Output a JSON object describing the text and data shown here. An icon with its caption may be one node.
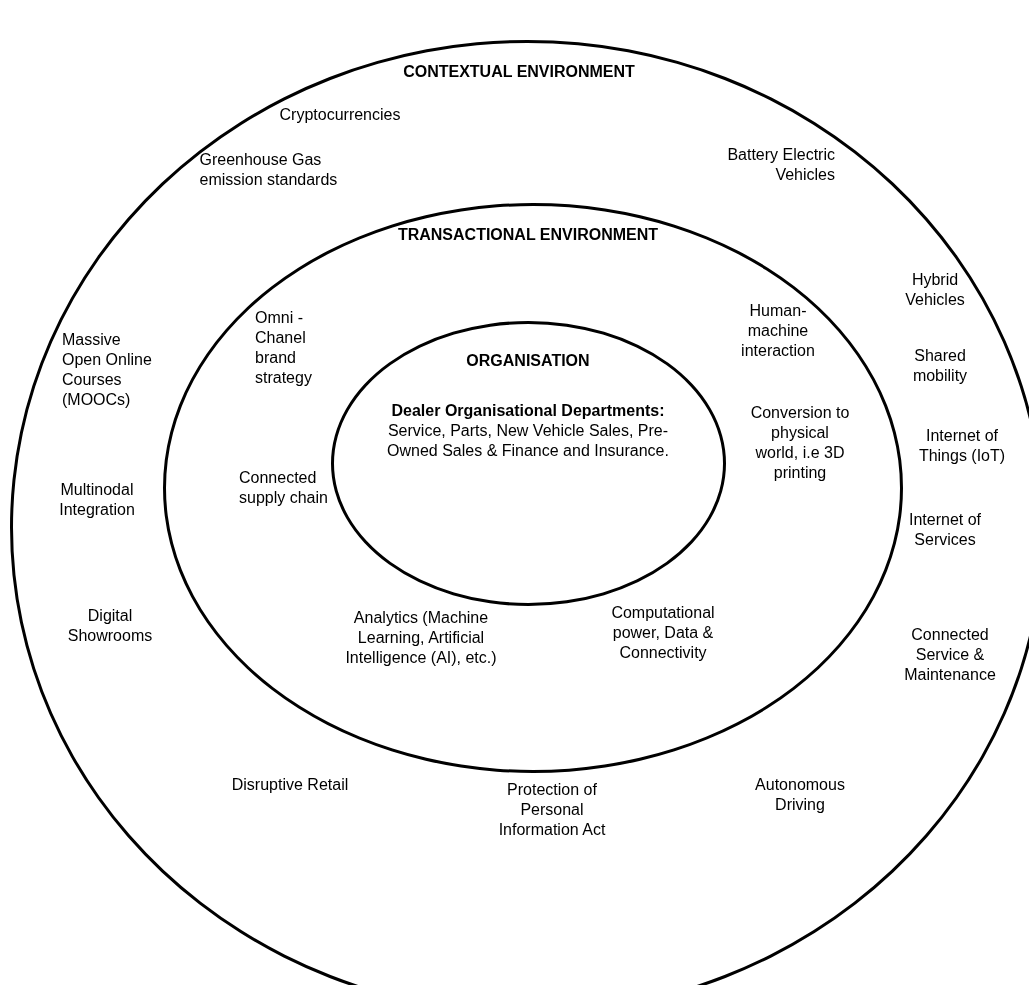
{
  "diagram": {
    "nodes": [
      {
        "text": [
          "CONTEXTUAL ENVIRONMENT",
          "Cryptocurrencies",
          "Battery Electric Vehicles",
          "Greenhouse Gas emission standards",
          "Hybrid Vehicles",
          "Massive Open Online Courses (MOOCs)",
          "Shared mobility",
          "Internet of Things (IoT)",
          "Multinodal Integration",
          "Internet of Services",
          "Digital Showrooms",
          "Connected Service & Maintenance",
          "Disruptive Retail",
          "Autonomous Driving",
          "Protection of Personal Information Act"
        ]
      },
      {
        "text": [
          "TRANSACTIONAL ENVIRONMENT",
          "Omni - Chanel brand strategy",
          "Human-machine interaction",
          "Conversion to physical world, i.e 3D printing",
          "Connected supply chain",
          "Analytics (Machine Learning, Artificial Intelligence (AI), etc.)",
          "Computational power, Data & Connectivity"
        ],
        "in": 0
      },
      {
        "text": [
          "ORGANISATION",
          "**Dealer Organisational Departments:** Service, Parts, New Vehicle Sales, Pre-Owned Sales & Finance and Insurance."
        ],
        "in": 1
      }
    ]
  }
}
